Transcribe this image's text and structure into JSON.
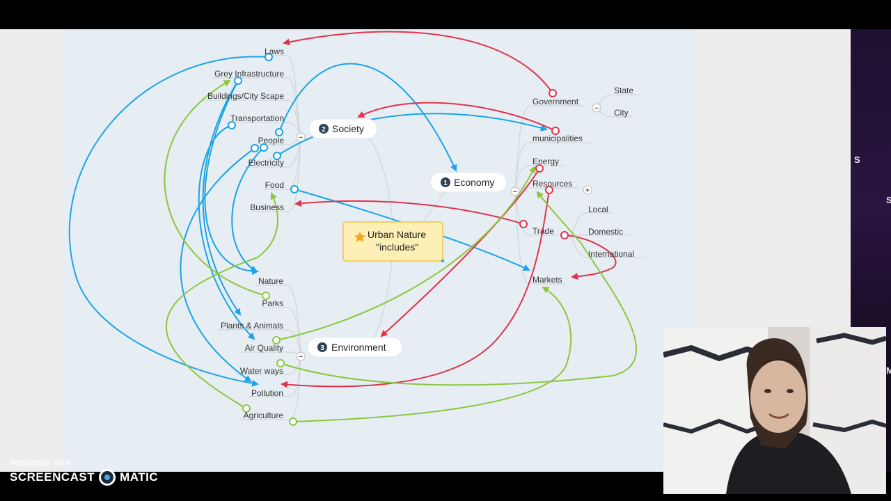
{
  "mindmap": {
    "central": {
      "line1": "Urban Nature",
      "line2": "\"includes\""
    },
    "topics": {
      "economy": {
        "number": "1",
        "label": "Economy"
      },
      "society": {
        "number": "2",
        "label": "Society"
      },
      "environment": {
        "number": "3",
        "label": "Environment"
      }
    },
    "society_items": [
      "Laws",
      "Grey Infrastructure",
      "Buildings/City Scape",
      "Transportation",
      "People",
      "Electricity",
      "Food",
      "Business"
    ],
    "environment_items": [
      "Nature",
      "Parks",
      "Plants & Animals",
      "Air Quality",
      "Water ways",
      "Pollution",
      "Agriculture"
    ],
    "economy_items": [
      "Government",
      "municipalities",
      "Energy",
      "Resources",
      "Trade",
      "Markets"
    ],
    "government_children": [
      "State",
      "City"
    ],
    "trade_children": [
      "Local",
      "Domestic",
      "International"
    ],
    "collapse_symbol": "−",
    "expand_symbol": "+"
  },
  "watermark": {
    "line1": "RECORDED WITH",
    "brand_left": "SCREENCAST",
    "brand_right": "MATIC"
  },
  "right_panel_chars": [
    "S",
    "S",
    "M"
  ],
  "colors": {
    "blue": "#1aa3e8",
    "red": "#e0334d",
    "green": "#8cc63f",
    "central_fill": "#fdefb6",
    "central_border": "#f0c646",
    "number_badge": "#2e4356"
  }
}
